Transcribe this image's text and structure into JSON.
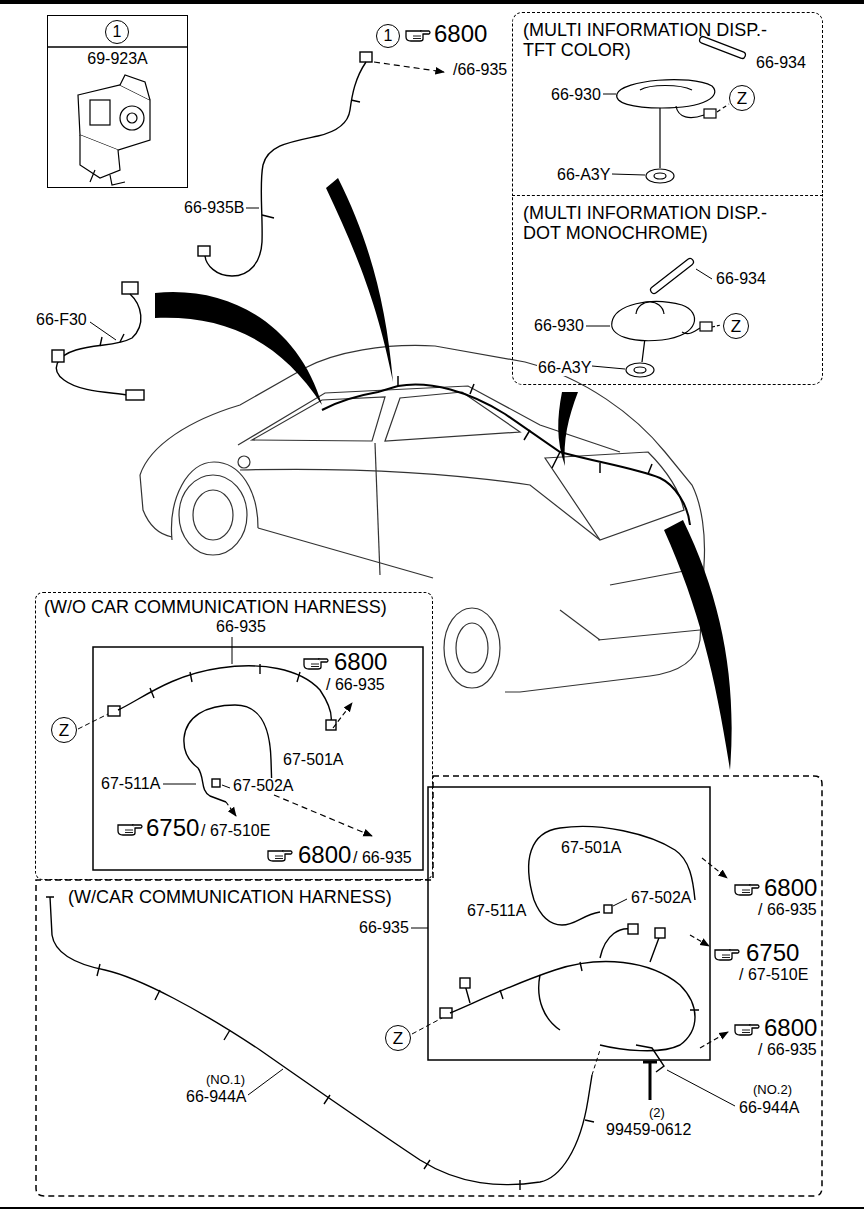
{
  "diagram": {
    "nodes": [
      {
        "text": [
          "69-923A"
        ]
      },
      {
        "text": [
          "1"
        ],
        "in": 0
      },
      {
        "text": [
          "1"
        ]
      },
      {
        "text": [
          "(MULTI INFORMATION DISP.-TFT COLOR)"
        ]
      },
      {
        "text": [
          "Z"
        ],
        "in": 3
      },
      {
        "text": [
          "(MULTI INFORMATION DISP.-DOT MONOCHROME)"
        ]
      },
      {
        "text": [
          "Z"
        ],
        "in": 5
      },
      {
        "text": [
          "(W/O CAR COMMUNICATION HARNESS)"
        ]
      },
      {
        "text": [
          "Z"
        ],
        "in": 7
      },
      {
        "text": [
          "(W/CAR COMMUNICATION HARNESS)"
        ]
      },
      {
        "text": [
          "Z"
        ],
        "in": 9
      }
    ],
    "labels": [
      "6800",
      "/66-935",
      "66-935B",
      "66-F30",
      "66-934",
      "66-930",
      "66-A3Y",
      "66-934",
      "66-930",
      "66-A3Y",
      "66-935",
      "6800",
      "/ 66-935",
      "67-501A",
      "67-511A",
      "67-502A",
      "6750",
      "/ 67-510E",
      "6800",
      "/ 66-935",
      "67-501A",
      "67-511A",
      "67-502A",
      "66-935",
      "6800",
      "/ 66-935",
      "6750",
      "/ 67-510E",
      "6800",
      "/ 66-935",
      "(NO.1)",
      "66-944A",
      "(2)",
      "99459-0612",
      "(NO.2)",
      "66-944A"
    ]
  }
}
